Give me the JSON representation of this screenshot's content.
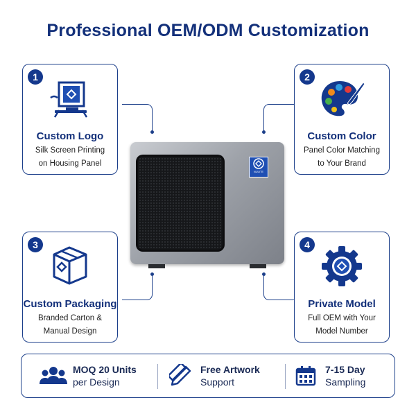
{
  "title": "Professional OEM/ODM Customization",
  "cards": [
    {
      "number": "1",
      "title": "Custom Logo",
      "desc_line1": "Silk Screen Printing",
      "desc_line2": "on Housing Panel",
      "icon": "monitor-logo-icon"
    },
    {
      "number": "2",
      "title": "Custom Color",
      "desc_line1": "Panel Color Matching",
      "desc_line2": "to Your Brand",
      "icon": "palette-icon"
    },
    {
      "number": "3",
      "title": "Custom Packaging",
      "desc_line1": "Branded Carton &",
      "desc_line2": "Manual Design",
      "icon": "box-icon"
    },
    {
      "number": "4",
      "title": "Private Model",
      "desc_line1": "Full OEM with Your",
      "desc_line2": "Model Number",
      "icon": "gear-icon"
    }
  ],
  "product": {
    "brand_label": "NULITE"
  },
  "bottom_bar": [
    {
      "line1": "MOQ 20 Units",
      "line2": "per Design",
      "icon": "users-icon"
    },
    {
      "line1": "Free Artwork",
      "line2": "Support",
      "icon": "design-tools-icon"
    },
    {
      "line1": "7-15 Day",
      "line2": "Sampling",
      "icon": "calendar-icon"
    }
  ],
  "colors": {
    "primary": "#14388d",
    "border": "#1c3f8a",
    "title": "#13307a"
  }
}
